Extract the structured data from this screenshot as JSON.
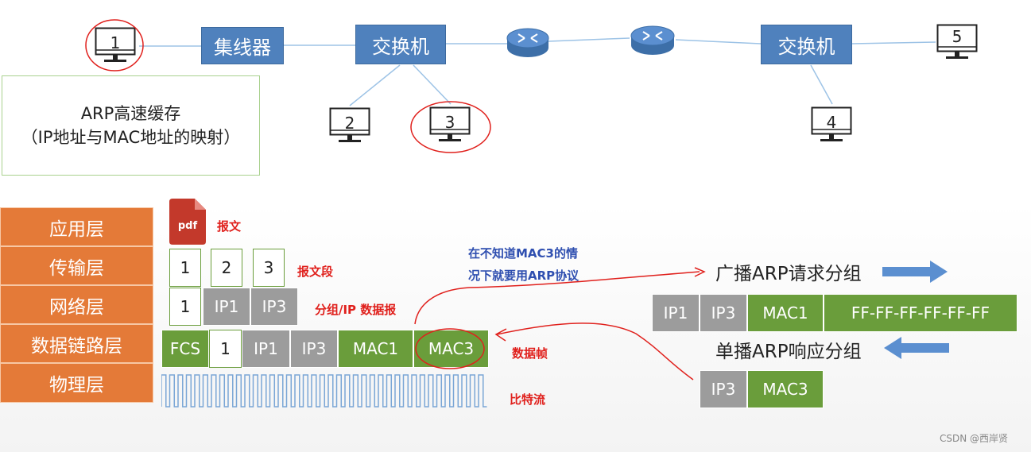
{
  "network": {
    "hub": "集线器",
    "switch1": "交换机",
    "switch2": "交换机",
    "hosts": {
      "h1": "1",
      "h2": "2",
      "h3": "3",
      "h4": "4",
      "h5": "5"
    }
  },
  "cache_box": {
    "line1": "ARP高速缓存",
    "line2": "（IP地址与MAC地址的映射）"
  },
  "layers": [
    "应用层",
    "传输层",
    "网络层",
    "数据链路层",
    "物理层"
  ],
  "pdf_icon": "pdf",
  "labels": {
    "message": "报文",
    "segment": "报文段",
    "packet": "分组/IP 数据报",
    "frame": "数据帧",
    "bitstream": "比特流",
    "note_line1": "在不知道MAC3的情",
    "note_line2": "况下就要用ARP协议",
    "broadcast": "广播ARP请求分组",
    "unicast": "单播ARP响应分组"
  },
  "segments": [
    "1",
    "2",
    "3"
  ],
  "packet_row": [
    "1",
    "IP1",
    "IP3"
  ],
  "frame_row": [
    "FCS",
    "1",
    "IP1",
    "IP3",
    "MAC1",
    "MAC3"
  ],
  "arp_request": [
    "IP1",
    "IP3",
    "MAC1",
    "FF-FF-FF-FF-FF-FF"
  ],
  "arp_reply": [
    "IP3",
    "MAC3"
  ],
  "watermark": "CSDN @西岸贤",
  "colors": {
    "blue": "#4f81bd",
    "orange": "#e47a38",
    "green": "#6a9d3b",
    "gray": "#9c9c9c",
    "red": "#e0201c"
  }
}
